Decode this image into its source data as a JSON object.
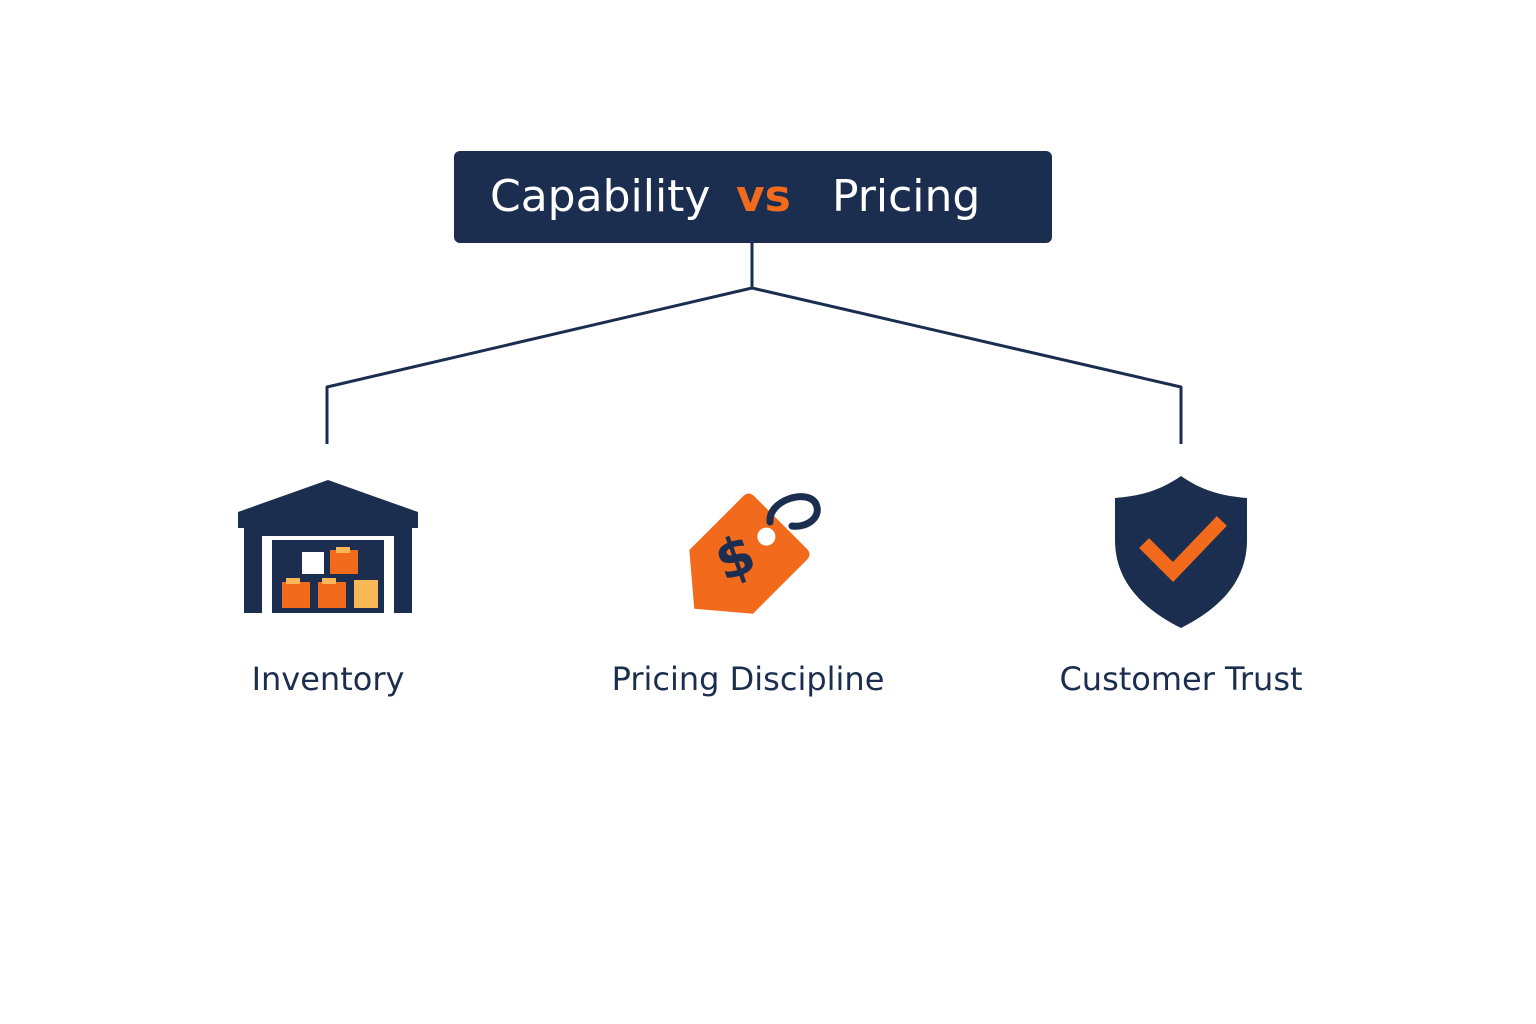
{
  "header": {
    "left": "Capability",
    "vs": "vs",
    "right": "Pricing"
  },
  "nodes": [
    {
      "label": "Inventory",
      "icon": "warehouse-icon"
    },
    {
      "label": "Pricing Discipline",
      "icon": "price-tag-icon"
    },
    {
      "label": "Customer Trust",
      "icon": "shield-check-icon"
    }
  ],
  "colors": {
    "navy": "#1c2e50",
    "orange": "#f26b1d",
    "light_orange": "#f8b858",
    "white": "#ffffff"
  }
}
